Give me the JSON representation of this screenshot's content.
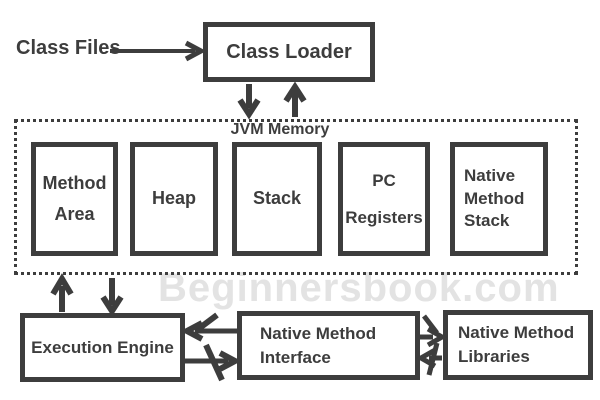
{
  "watermark": "Beginnersbook.com",
  "colors": {
    "line": "#3d3d3d",
    "text": "#3d3d3d",
    "watermark": "#e3e3e3",
    "background": "#ffffff"
  },
  "labels": {
    "class_files": "Class Files",
    "class_loader": "Class Loader",
    "jvm_memory": "JVM Memory",
    "execution_engine": "Execution Engine"
  },
  "memory_boxes": [
    {
      "name": "method-area",
      "line1": "Method",
      "line2": "Area"
    },
    {
      "name": "heap",
      "line1": "Heap"
    },
    {
      "name": "stack",
      "line1": "Stack"
    },
    {
      "name": "pc-registers",
      "line1": "PC",
      "line2": "Registers"
    },
    {
      "name": "native-method-stack",
      "line1": "Native",
      "line2": "Method",
      "line3": "Stack"
    }
  ],
  "bottom_boxes": {
    "native_method_interface": {
      "line1": "Native Method",
      "line2": "Interface"
    },
    "native_method_libraries": {
      "line1": "Native Method",
      "line2": "Libraries"
    }
  },
  "arrows": {
    "class_files_to_loader": "right",
    "loader_to_jvm_memory": "down",
    "jvm_memory_to_loader": "up",
    "jvm_memory_to_engine_up": "up",
    "jvm_memory_to_engine_down": "down",
    "interface_to_engine": "left",
    "engine_to_interface": "right",
    "interface_to_libraries": "right",
    "libraries_to_interface": "left"
  }
}
